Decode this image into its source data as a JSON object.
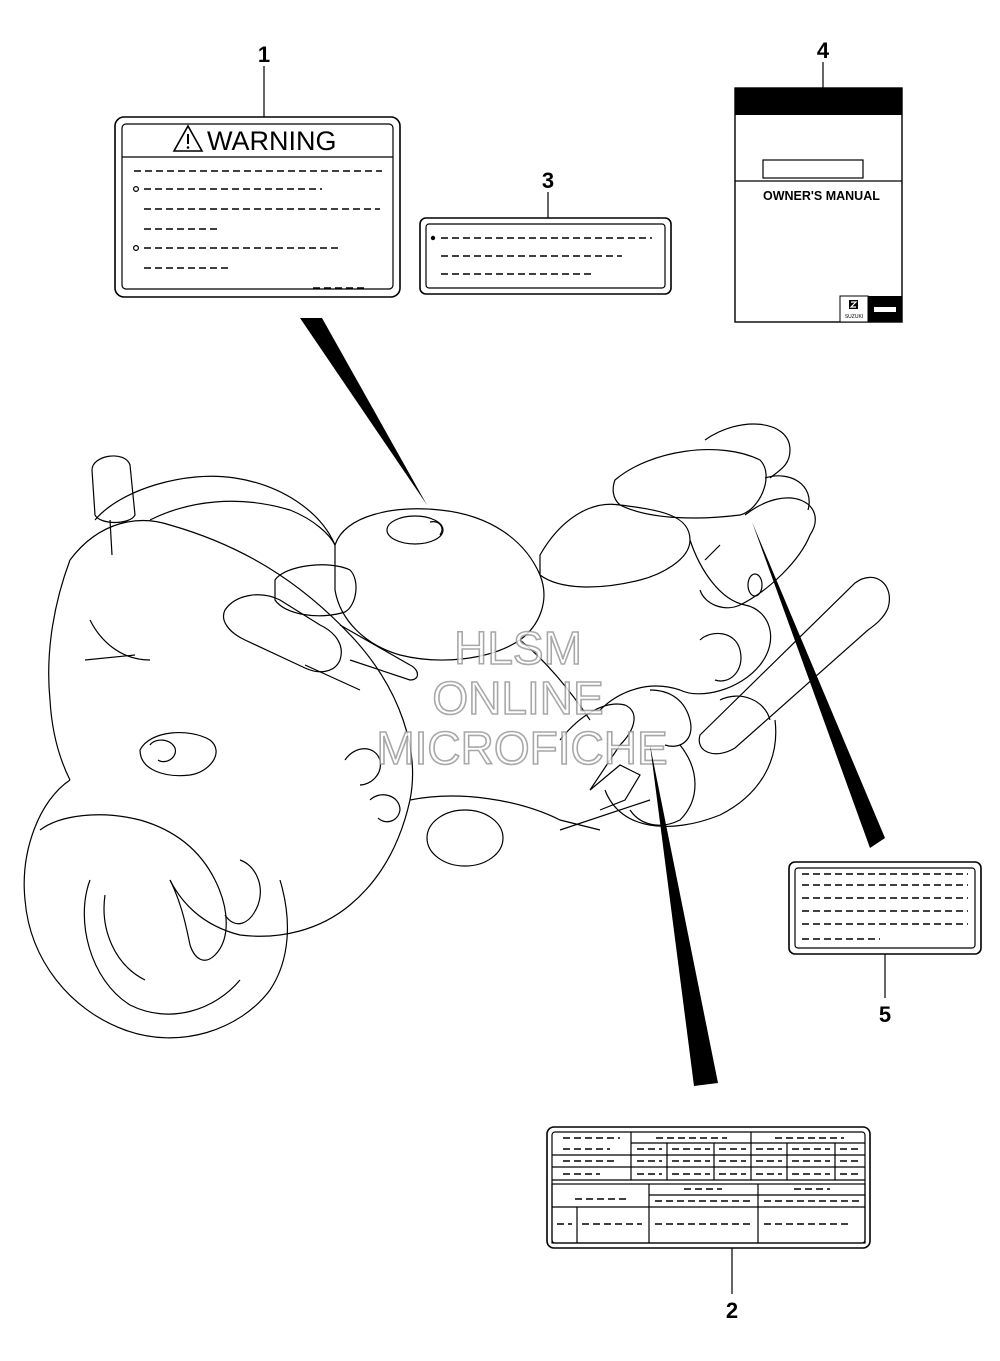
{
  "callouts": {
    "item_1": "1",
    "item_2": "2",
    "item_3": "3",
    "item_4": "4",
    "item_5": "5"
  },
  "warning_label": {
    "title": "WARNING",
    "icon": "warning-triangle-icon"
  },
  "owners_manual": {
    "title": "OWNER'S MANUAL",
    "brand": "SUZUKI",
    "icon": "suzuki-s-logo-icon"
  },
  "watermark": {
    "line_1": "HLSM",
    "line_2": "ONLINE",
    "line_3": "MICROFICHE"
  }
}
